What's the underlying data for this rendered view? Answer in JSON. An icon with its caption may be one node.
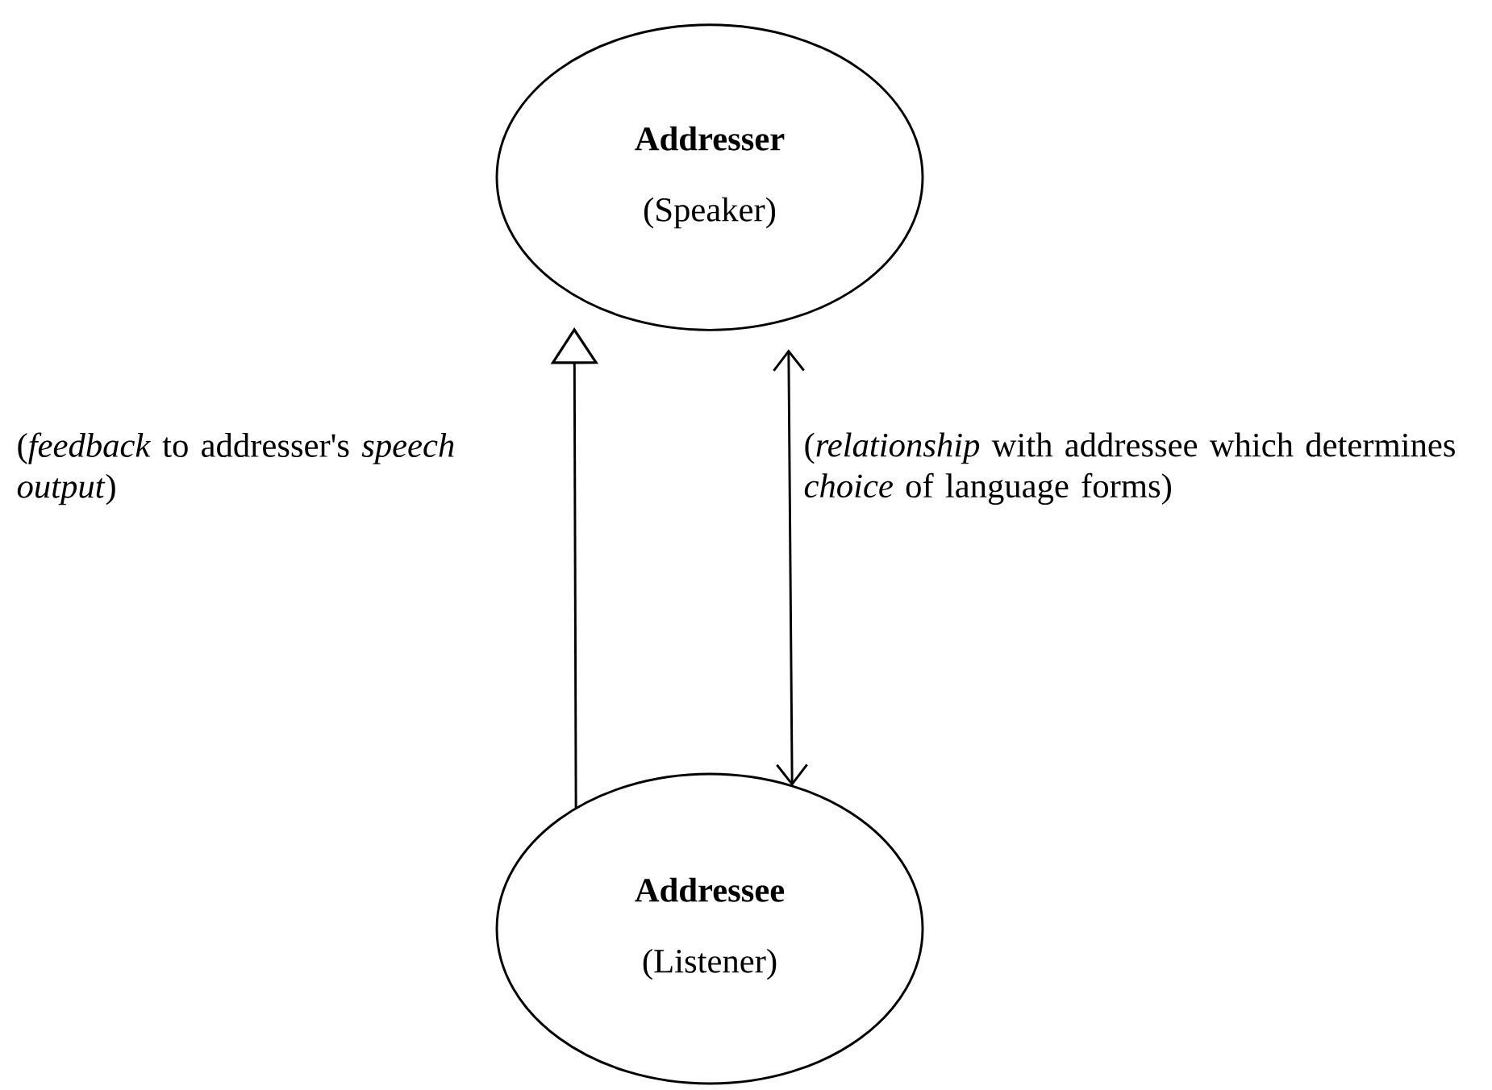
{
  "diagram": {
    "nodes": [
      {
        "text": [
          "Addresser",
          "(Speaker)"
        ]
      },
      {
        "text": [
          "Addressee",
          "(Listener)"
        ]
      }
    ],
    "edges": [
      {
        "from": 1,
        "to": 0,
        "arrow": "to",
        "label": "(*feedback* to addresser's *speech output*)"
      },
      {
        "from": 1,
        "to": 0,
        "arrow": "both",
        "label": "(*relationship* with addressee which determines *choice* of language forms)"
      }
    ]
  }
}
